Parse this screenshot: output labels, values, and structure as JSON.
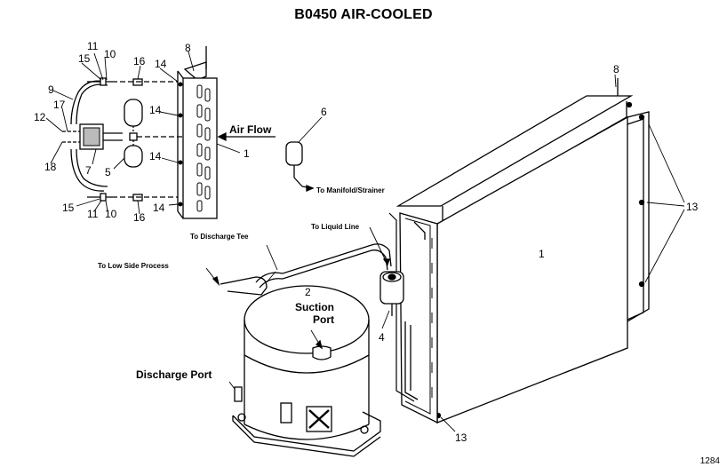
{
  "title": "B0450 AIR-COOLED",
  "figure_number": "1284",
  "labels": {
    "air_flow": "Air Flow",
    "to_manifold_strainer": "To Manifold/Strainer",
    "to_liquid_line": "To Liquid Line",
    "to_discharge_tee": "To Discharge Tee",
    "to_low_side_process": "To Low Side Process",
    "suction": "Suction",
    "port": "Port",
    "discharge_port": "Discharge Port"
  },
  "callouts": {
    "n1": "1",
    "n2": "2",
    "n4": "4",
    "n5": "5",
    "n6": "6",
    "n7": "7",
    "n8": "8",
    "n9": "9",
    "n10": "10",
    "n11": "11",
    "n12": "12",
    "n13": "13",
    "n14": "14",
    "n15": "15",
    "n16": "16",
    "n17": "17",
    "n18": "18"
  }
}
